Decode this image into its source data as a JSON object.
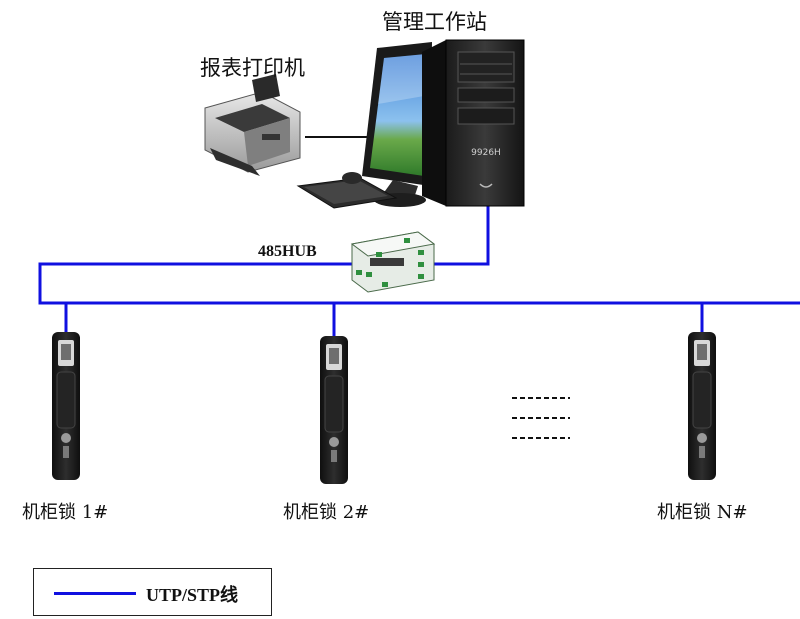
{
  "labels": {
    "workstation": "管理工作站",
    "printer": "报表打印机",
    "hub": "485HUB",
    "lock1": "机柜锁 1#",
    "lock2": "机柜锁 2#",
    "lockN": "机柜锁 N#"
  },
  "legend": {
    "text": "UTP/STP线"
  },
  "colors": {
    "wire": "#1010e0",
    "printer_cable": "#111111"
  },
  "icons": [
    "printer-icon",
    "computer-tower-icon",
    "monitor-icon",
    "keyboard-icon",
    "mouse-icon",
    "hub-icon",
    "cabinet-lock-icon"
  ]
}
